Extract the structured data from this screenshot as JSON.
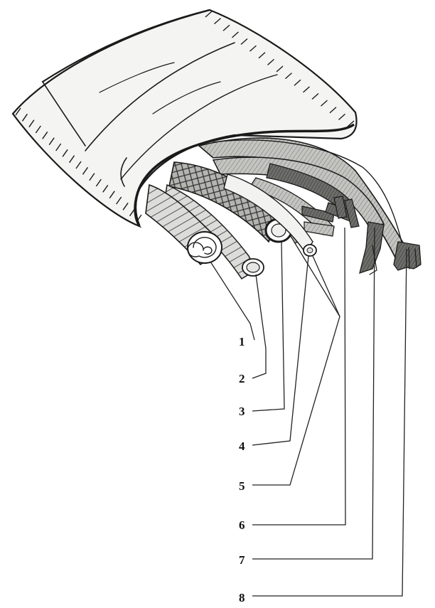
{
  "labels": [
    {
      "id": "1",
      "text": "1"
    },
    {
      "id": "2",
      "text": "2"
    },
    {
      "id": "3",
      "text": "3"
    },
    {
      "id": "4",
      "text": "4"
    },
    {
      "id": "5",
      "text": "5"
    },
    {
      "id": "6",
      "text": "6"
    },
    {
      "id": "7",
      "text": "7"
    },
    {
      "id": "8",
      "text": "8"
    }
  ],
  "colors": {
    "ink": "#1a1a1a",
    "sheath": "#f4f4f2",
    "hatch": "#8a8a8a",
    "grey_tube": "#b9b9b6",
    "dark_tube": "#5c5c5a",
    "mesh_tube": "#a9a9a6"
  }
}
